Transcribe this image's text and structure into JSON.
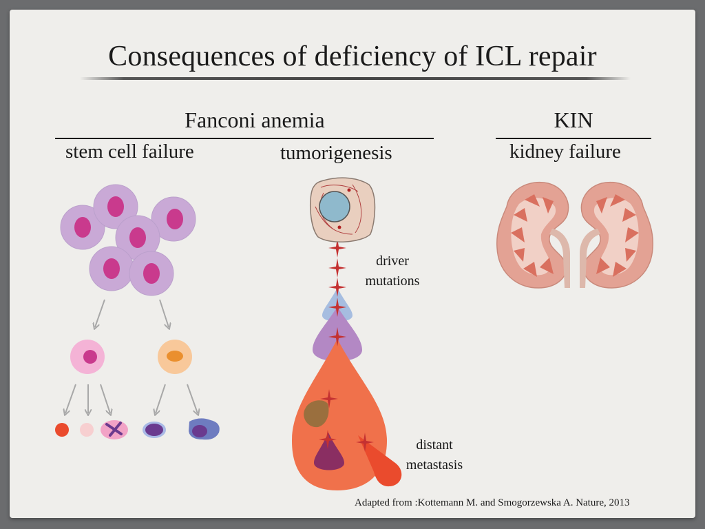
{
  "slide": {
    "title": "Consequences of  deficiency of  ICL repair",
    "sections": {
      "fanconi": {
        "title": "Fanconi anemia",
        "left_subtitle": "stem cell failure",
        "right_subtitle": "tumorigenesis"
      },
      "kin": {
        "title": "KIN",
        "subtitle": "kidney failure"
      }
    },
    "labels": {
      "driver_line1": "driver",
      "driver_line2": "mutations",
      "metastasis_line1": "distant",
      "metastasis_line2": "metastasis"
    },
    "citation": "Adapted from :Kottemann M. and Smogorzewska A.  Nature, 2013"
  },
  "colors": {
    "stem_cell": "#c9a9d6",
    "nucleus": "#c93a8d",
    "progenitor_pink": "#f4b3d6",
    "progenitor_orange": "#f8c89a",
    "tumor": "#f0714b",
    "kidney": "#e3a294"
  }
}
